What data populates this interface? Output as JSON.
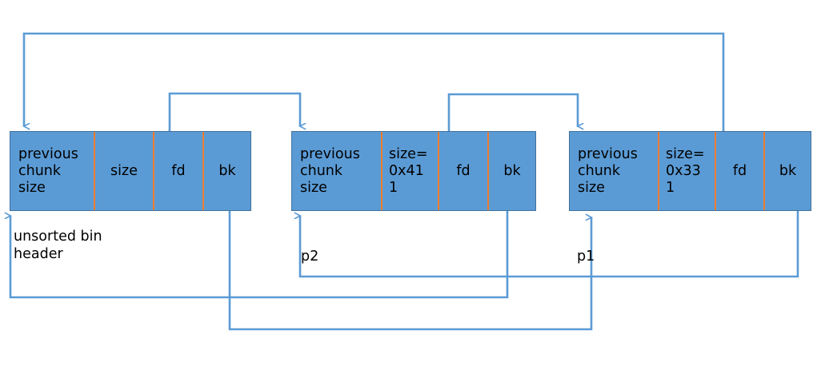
{
  "diagram": {
    "title": "unsorted bin doubly linked list of heap chunks",
    "colors": {
      "chunk_fill": "#5B9BD5",
      "chunk_border": "#41719C",
      "field_divider": "#ED7D31",
      "arrow": "#5B9BD5",
      "text": "#000000",
      "background": "#FFFFFF"
    },
    "chunks": [
      {
        "id": "unsorted-bin-header",
        "fields": [
          {
            "name": "previous-chunk-size",
            "label": "previous\nchunk\nsize"
          },
          {
            "name": "size",
            "label": "size"
          },
          {
            "name": "fd",
            "label": "fd"
          },
          {
            "name": "bk",
            "label": "bk"
          }
        ]
      },
      {
        "id": "chunk-p2",
        "fields": [
          {
            "name": "previous-chunk-size",
            "label": "previous\nchunk\nsize"
          },
          {
            "name": "size",
            "label": "size=\n0x41\n1"
          },
          {
            "name": "fd",
            "label": "fd"
          },
          {
            "name": "bk",
            "label": "bk"
          }
        ]
      },
      {
        "id": "chunk-p1",
        "fields": [
          {
            "name": "previous-chunk-size",
            "label": "previous\nchunk\nsize"
          },
          {
            "name": "size",
            "label": "size=\n0x33\n1"
          },
          {
            "name": "fd",
            "label": "fd"
          },
          {
            "name": "bk",
            "label": "bk"
          }
        ]
      }
    ],
    "annotations": [
      {
        "name": "unsorted-bin-header-label",
        "text": "unsorted bin\nheader"
      },
      {
        "name": "pointer-p2-label",
        "text": "p2"
      },
      {
        "name": "pointer-p1-label",
        "text": "p1"
      }
    ],
    "arrows": [
      {
        "name": "arrow-p1-bk-to-header",
        "from": "chunk-p1.fd-region-top",
        "to": "unsorted-bin-header.top"
      },
      {
        "name": "arrow-header-fd-to-p2",
        "from": "unsorted-bin-header.fd",
        "to": "chunk-p2.top"
      },
      {
        "name": "arrow-p2-fd-to-p1",
        "from": "chunk-p2.fd",
        "to": "chunk-p1.top"
      },
      {
        "name": "arrow-p2-bk-to-header",
        "from": "chunk-p2.bk",
        "to": "unsorted-bin-header.bottom"
      },
      {
        "name": "arrow-p1-region-to-p2",
        "from": "chunk-p1.bk-right",
        "to": "chunk-p2.bottom"
      },
      {
        "name": "arrow-header-bk-to-p1",
        "from": "unsorted-bin-header.bk",
        "to": "chunk-p1.bottom"
      }
    ]
  }
}
